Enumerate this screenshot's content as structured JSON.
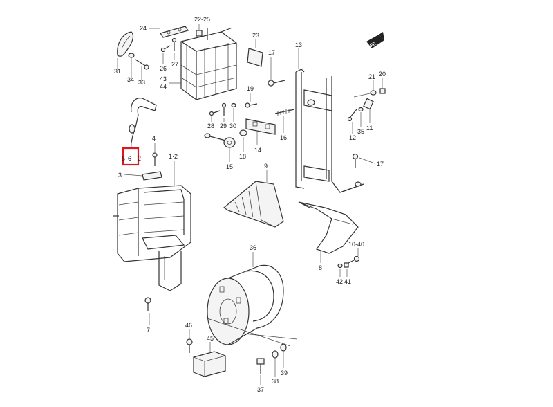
{
  "callouts": {
    "c31": "31",
    "c34": "34",
    "c33": "33",
    "c24": "24",
    "c2225": "22-25",
    "c23": "23",
    "c17a": "17",
    "c13": "13",
    "c26": "26",
    "c27": "27",
    "c43": "43",
    "c44": "44",
    "c19": "19",
    "c21": "21",
    "c20": "20",
    "c28": "28",
    "c29": "29",
    "c30": "30",
    "c12": "12",
    "c35": "35",
    "c11": "11",
    "c16": "16",
    "c14": "14",
    "c18": "18",
    "c15": "15",
    "c4": "4",
    "c56": "5",
    "c56b": "6",
    "c56c": "2",
    "c3": "3",
    "c12b": "1·2",
    "c17b": "17",
    "c9": "9",
    "c36": "36",
    "c1040": "10-40",
    "c8": "8",
    "c42": "42",
    "c41": "41",
    "c7": "7",
    "c46": "46",
    "c45": "45",
    "c37": "37",
    "c38": "38",
    "c39": "39"
  },
  "highlight": {
    "color": "#e0161e"
  },
  "compass": {
    "label": "FR"
  }
}
